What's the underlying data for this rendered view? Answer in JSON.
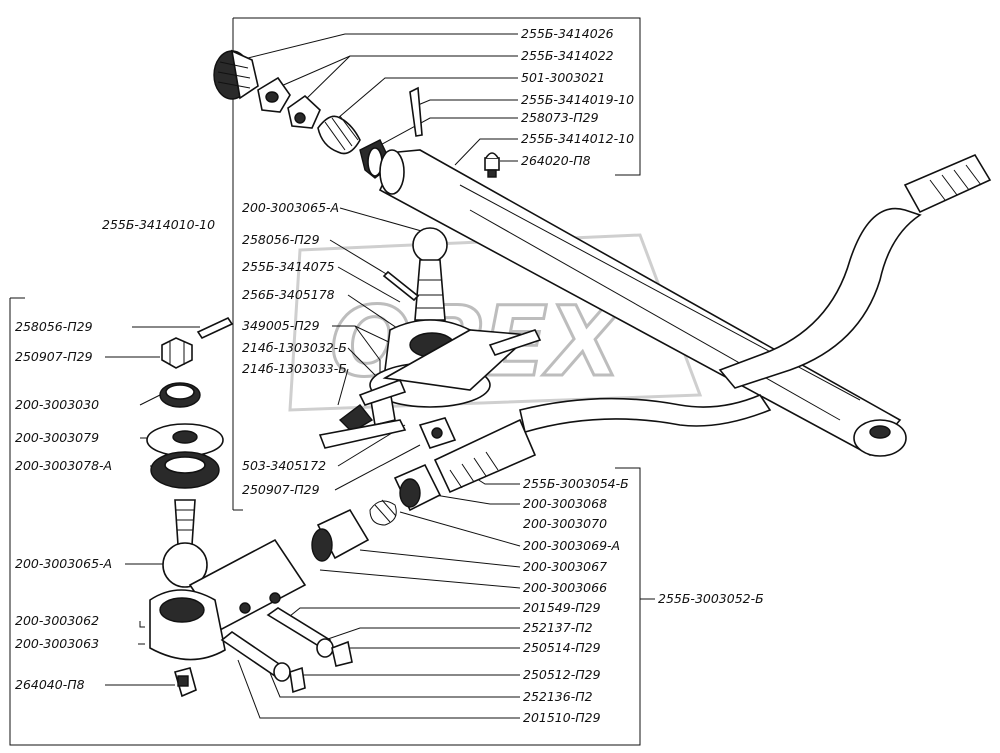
{
  "watermark": "OPEX",
  "labels": {
    "p01": "255Б-3414026",
    "p02": "255Б-3414022",
    "p03": "501-3003021",
    "p04": "255Б-3414019-10",
    "p05": "258073-П29",
    "p06": "255Б-3414012-10",
    "p07": "264020-П8",
    "p08": "255Б-3414010-10",
    "p09": "200-3003065-А",
    "p10": "258056-П29",
    "p11": "255Б-3414075",
    "p12": "256Б-3405178",
    "p13": "349005-П29",
    "p14": "214б-1303032-Б",
    "p15": "214б-1303033-Б",
    "p16": "258056-П29",
    "p17": "250907-П29",
    "p18": "200-3003030",
    "p19": "200-3003079",
    "p20": "200-3003078-А",
    "p21": "503-3405172",
    "p22": "250907-П29",
    "p23": "255Б-3003054-Б",
    "p24": "200-3003068",
    "p25": "200-3003070",
    "p26": "200-3003069-А",
    "p27": "200-3003067",
    "p28": "200-3003066",
    "p29": "255Б-3003052-Б",
    "p30": "200-3003065-А",
    "p31": "200-3003062",
    "p32": "200-3003063",
    "p33": "201549-П29",
    "p34": "252137-П2",
    "p35": "250514-П29",
    "p36": "264040-П8",
    "p37": "250512-П29",
    "p38": "252136-П2",
    "p39": "201510-П29"
  }
}
